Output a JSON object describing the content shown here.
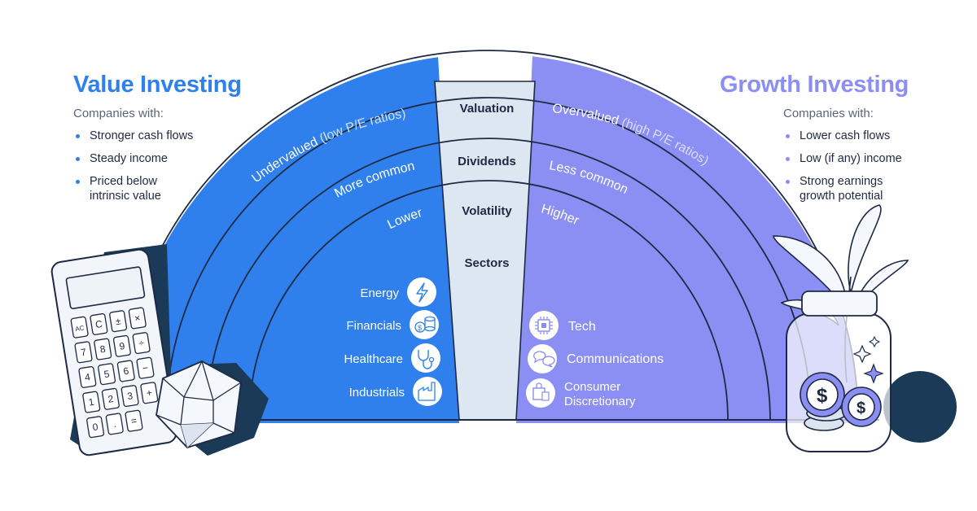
{
  "value": {
    "title": "Value Investing",
    "subtitle": "Companies with:",
    "bullets": [
      "Stronger cash flows",
      "Steady income",
      "Priced below",
      "intrinsic value"
    ]
  },
  "growth": {
    "title": "Growth Investing",
    "subtitle": "Companies with:",
    "bullets": [
      "Lower cash flows",
      "Low (if any) income",
      "Strong earnings",
      "growth potential"
    ]
  },
  "center_labels": [
    "Valuation",
    "Dividends",
    "Volatility",
    "Sectors"
  ],
  "rows": {
    "valuation": {
      "left_main": "Undervalued",
      "left_extra": "(low P/E ratios)",
      "right_main": "Overvalued",
      "right_extra": "(high P/E ratios)"
    },
    "dividends": {
      "left": "More common",
      "right": "Less common"
    },
    "volatility": {
      "left": "Lower",
      "right": "Higher"
    }
  },
  "sectors_left": [
    {
      "label": "Energy",
      "icon": "lightning-icon"
    },
    {
      "label": "Financials",
      "icon": "coins-icon"
    },
    {
      "label": "Healthcare",
      "icon": "stethoscope-icon"
    },
    {
      "label": "Industrials",
      "icon": "factory-icon"
    }
  ],
  "sectors_right": [
    {
      "label": "Tech",
      "icon": "chip-icon"
    },
    {
      "label": "Communications",
      "icon": "chat-bubbles-icon"
    },
    {
      "label": "Consumer",
      "label2": "Discretionary",
      "icon": "shopping-bag-icon"
    }
  ],
  "illustrations": [
    "calculator-illustration",
    "diamond-illustration",
    "plant-jar-coins-illustration"
  ],
  "calculator_keys": [
    "AC",
    "C",
    "±",
    "×",
    "7",
    "8",
    "9",
    "÷",
    "4",
    "5",
    "6",
    "−",
    "1",
    "2",
    "3",
    "+",
    "0",
    ".",
    "="
  ],
  "colors": {
    "value": "#2f80ed",
    "growth": "#8b8ef2",
    "center": "#dde7f1",
    "dark": "#1e2a44",
    "shadow": "#1a3a57"
  }
}
